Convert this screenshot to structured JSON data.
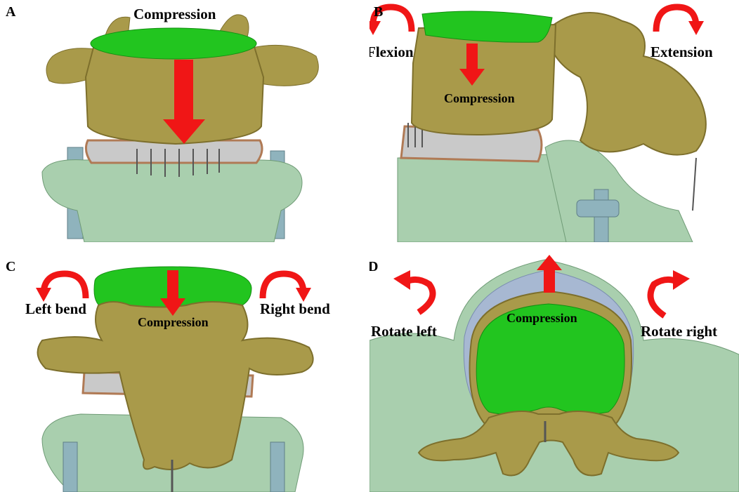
{
  "panels": [
    {
      "id": "A",
      "labels": {
        "compression": "Compression"
      }
    },
    {
      "id": "B",
      "labels": {
        "flexion": "Flexion",
        "extension": "Extension",
        "compression": "Compression"
      }
    },
    {
      "id": "C",
      "labels": {
        "left": "Left bend",
        "right": "Right bend",
        "compression": "Compression"
      }
    },
    {
      "id": "D",
      "labels": {
        "left": "Rotate left",
        "right": "Rotate right",
        "compression": "Compression"
      }
    }
  ],
  "colors": {
    "bone": "#a99a4a",
    "bone_shade": "#7d6f2c",
    "endplate": "#22c51f",
    "lower_vertebra": "#a9cfae",
    "disc": "#c9c9c9",
    "arrow": "#f01616",
    "post": "#8fb3bd",
    "blue_layer": "#a7b8d2"
  }
}
